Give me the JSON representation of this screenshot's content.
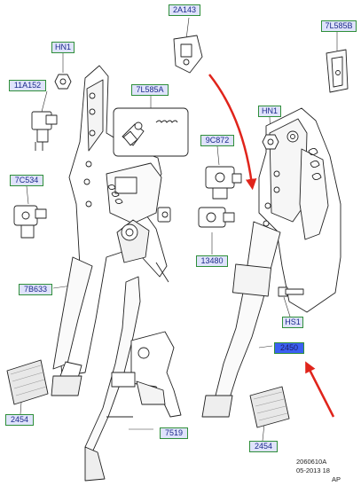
{
  "callouts": {
    "c_2a143": "2A143",
    "c_7l585b": "7L585B",
    "c_hn1_left": "HN1",
    "c_11a152": "11A152",
    "c_7l585a": "7L585A",
    "c_hn1_right": "HN1",
    "c_9c872": "9C872",
    "c_7c534": "7C534",
    "c_13480": "13480",
    "c_7b633": "7B633",
    "c_hs1": "HS1",
    "c_2450": "2450",
    "c_2454_left": "2454",
    "c_7519": "7519",
    "c_2454_right": "2454"
  },
  "caption": {
    "line1": "2060610A",
    "line2": "05-2013 18",
    "line3": "AP"
  },
  "colors": {
    "callout_fill": "#dfe3fb",
    "callout_highlight": "#3b5ff2",
    "callout_border": "#2f8f3a",
    "arrow": "#e0241b"
  }
}
